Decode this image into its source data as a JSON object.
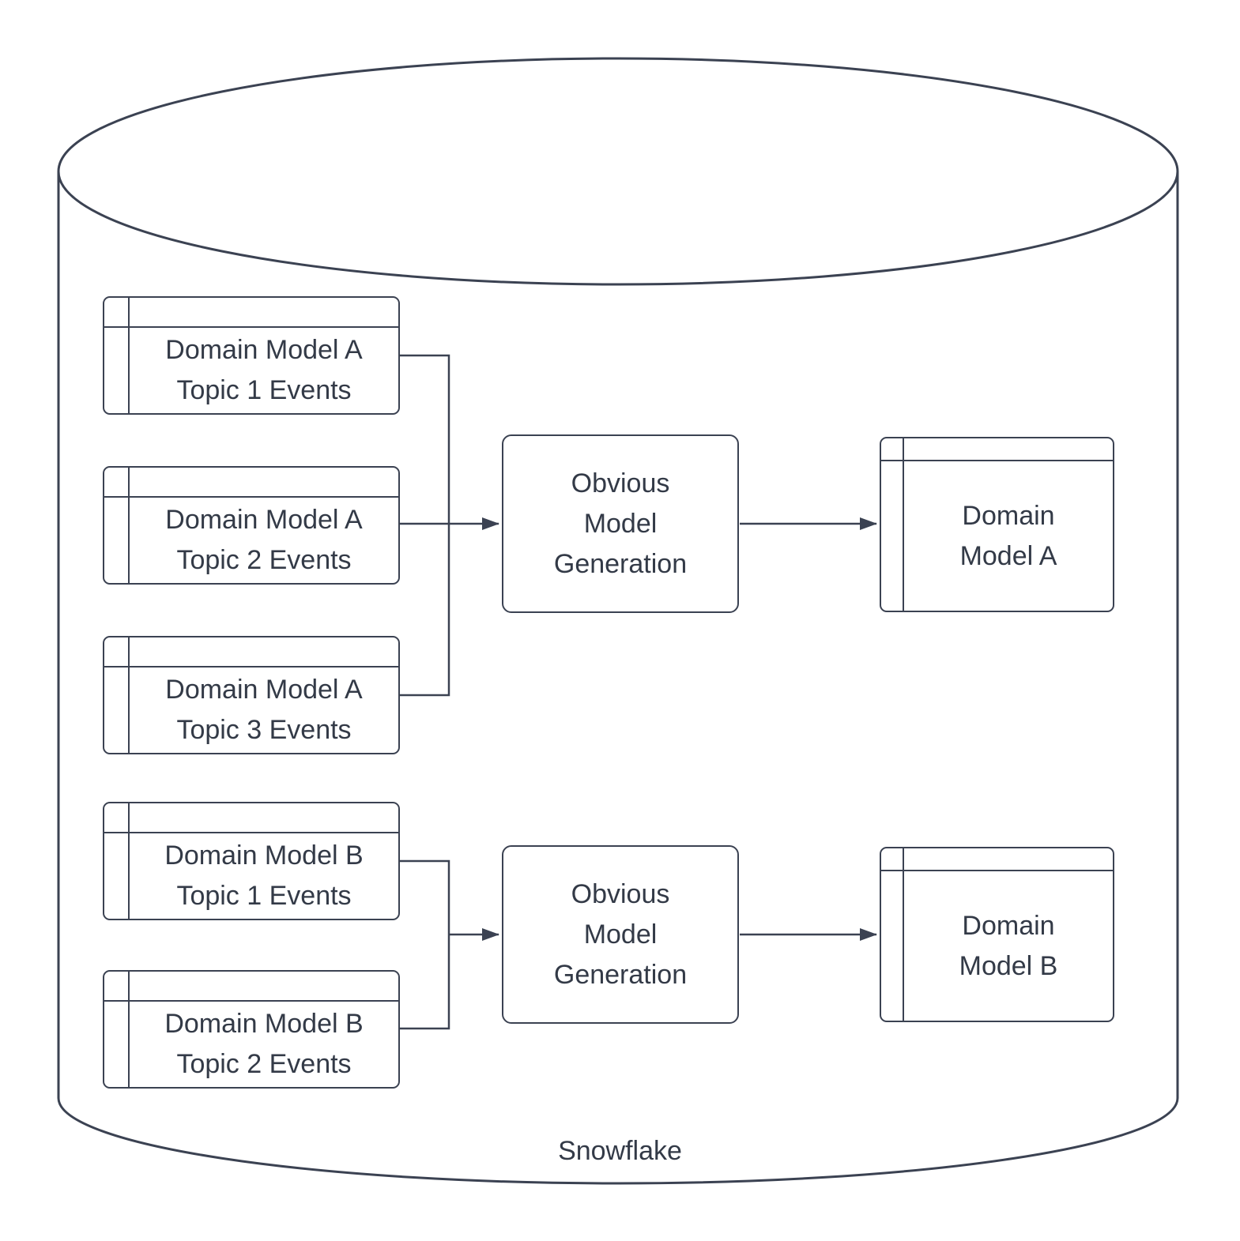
{
  "diagram": {
    "type": "data-flow-diagram",
    "colors": {
      "stroke": "#3b4252",
      "text": "#333a47",
      "background": "#ffffff"
    },
    "cylinder": {
      "label": "Snowflake"
    },
    "source_tables": [
      {
        "line1": "Domain Model A",
        "line2": "Topic 1 Events"
      },
      {
        "line1": "Domain Model A",
        "line2": "Topic 2 Events"
      },
      {
        "line1": "Domain Model A",
        "line2": "Topic 3 Events"
      },
      {
        "line1": "Domain Model B",
        "line2": "Topic 1 Events"
      },
      {
        "line1": "Domain Model B",
        "line2": "Topic 2 Events"
      }
    ],
    "processes": [
      {
        "line1": "Obvious",
        "line2": "Model",
        "line3": "Generation"
      },
      {
        "line1": "Obvious",
        "line2": "Model",
        "line3": "Generation"
      }
    ],
    "output_tables": [
      {
        "line1": "Domain",
        "line2": "Model A"
      },
      {
        "line1": "Domain",
        "line2": "Model B"
      }
    ]
  }
}
